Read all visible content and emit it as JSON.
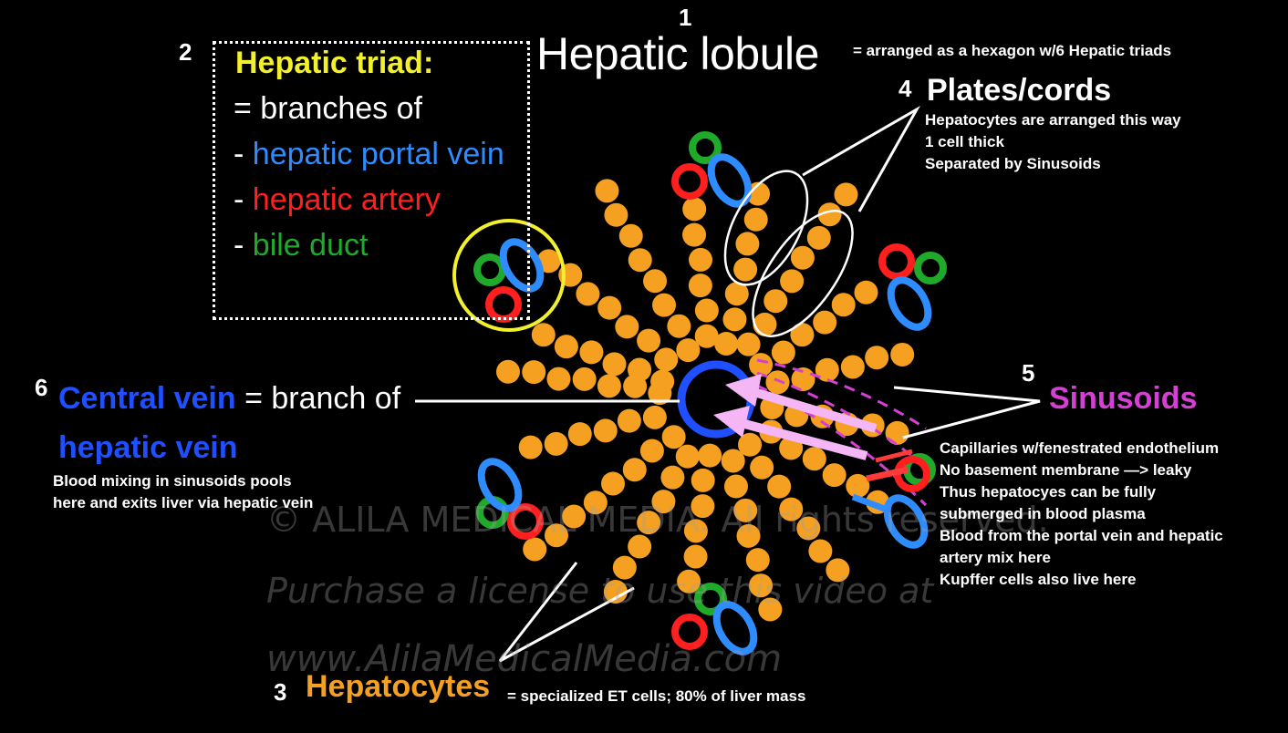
{
  "title": {
    "number": "1",
    "main": "Hepatic lobule",
    "note": "= arranged as a hexagon w/6 Hepatic triads"
  },
  "triad": {
    "number": "2",
    "heading": "Hepatic triad:",
    "line1": "= branches of",
    "items": [
      {
        "dash": "-",
        "text": "hepatic portal vein",
        "color": "#2f8cff"
      },
      {
        "dash": "-",
        "text": "hepatic artery",
        "color": "#ff1f1f"
      },
      {
        "dash": "-",
        "text": "bile duct",
        "color": "#1faa2a"
      }
    ],
    "heading_color": "#f2ef2b"
  },
  "plates": {
    "number": "4",
    "heading": "Plates/cords",
    "lines": [
      "Hepatocytes are arranged this way",
      "1 cell thick",
      "Separated by Sinusoids"
    ]
  },
  "sinusoids": {
    "number": "5",
    "heading": "Sinusoids",
    "color": "#d43fd4",
    "lines": [
      "Capillaries w/fenestrated endothelium",
      "No basement membrane —> leaky",
      "Thus hepatocyes can be fully",
      "submerged in blood plasma",
      "Blood from the portal vein and hepatic",
      "artery mix here",
      "Kupffer cells also live here"
    ]
  },
  "central_vein": {
    "number": "6",
    "word1": "Central vein",
    "word2": "= branch of",
    "word3": "hepatic vein",
    "color": "#1f4fff",
    "lines": [
      "Blood mixing in sinusoids pools",
      "here and exits liver via hepatic vein"
    ]
  },
  "hepatocytes": {
    "number": "3",
    "heading": "Hepatocytes",
    "note": "= specialized ET cells; 80% of liver mass",
    "color": "#f5a020"
  },
  "watermark": {
    "line1": "© ALILA MEDICAL MEDIA. All rights reserved.",
    "line2": "Purchase a license to use this video at",
    "line3": "www.AlilaMedicalMedia.com"
  },
  "colors": {
    "hepatocyte": "#f5a020",
    "portal_vein": "#2f8cff",
    "artery": "#ff1f1f",
    "bile": "#1faa2a",
    "central": "#1f4fff",
    "sinusoid": "#d43fd4",
    "highlight": "#f2ef2b"
  }
}
